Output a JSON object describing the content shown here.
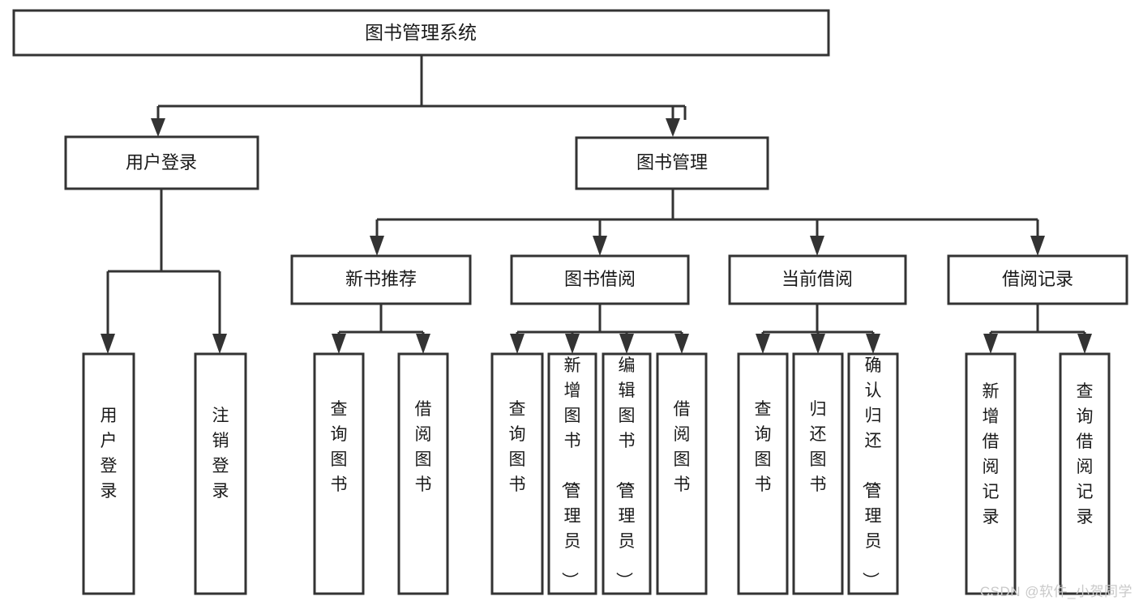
{
  "diagram": {
    "title": "图书管理系统",
    "type": "tree-hierarchy",
    "watermark": "CSDN @软件_小贺同学",
    "colors": {
      "box_stroke": "#333333",
      "box_fill": "#ffffff",
      "connector": "#333333",
      "text": "#1a1a1a",
      "watermark": "#c9c9c9",
      "background": "#ffffff"
    },
    "root": {
      "label": "图书管理系统"
    },
    "level2": [
      {
        "label": "用户登录"
      },
      {
        "label": "图书管理"
      }
    ],
    "level3": [
      {
        "label": "新书推荐"
      },
      {
        "label": "图书借阅"
      },
      {
        "label": "当前借阅"
      },
      {
        "label": "借阅记录"
      }
    ],
    "leaves": {
      "user_login": [
        {
          "label": "用户登录"
        },
        {
          "label": "注销登录"
        }
      ],
      "new_book_recommend": [
        {
          "label": "查询图书"
        },
        {
          "label": "借阅图书"
        }
      ],
      "book_borrow": [
        {
          "label": "查询图书"
        },
        {
          "label": "新增图书（管理员）"
        },
        {
          "label": "编辑图书（管理员）"
        },
        {
          "label": "借阅图书"
        }
      ],
      "current_borrow": [
        {
          "label": "查询图书"
        },
        {
          "label": "归还图书"
        },
        {
          "label": "确认归还（管理员）"
        }
      ],
      "borrow_record": [
        {
          "label": "新增借阅记录"
        },
        {
          "label": "查询借阅记录"
        }
      ]
    }
  }
}
